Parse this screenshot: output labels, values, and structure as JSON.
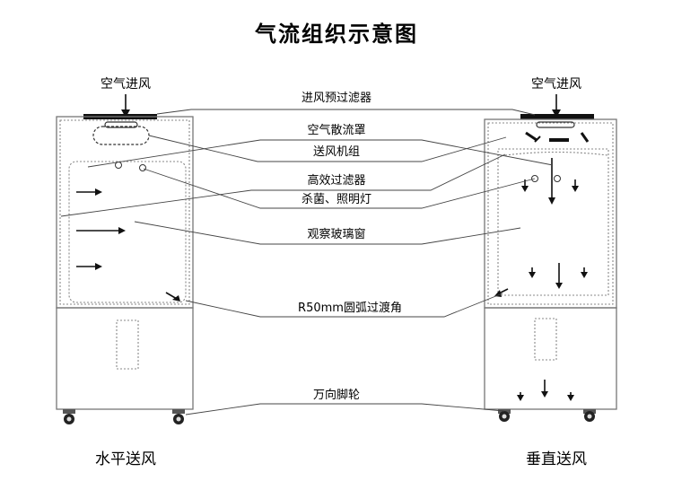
{
  "title": "气流组织示意图",
  "air_inlet_left": "空气进风",
  "air_inlet_right": "空气进风",
  "callouts": [
    "进风预过滤器",
    "空气散流罩",
    "送风机组",
    "高效过滤器",
    "杀菌、照明灯",
    "观察玻璃窗",
    "R50mm圆弧过渡角",
    "万向脚轮"
  ],
  "modes": {
    "left": "水平送风",
    "right": "垂直送风"
  }
}
